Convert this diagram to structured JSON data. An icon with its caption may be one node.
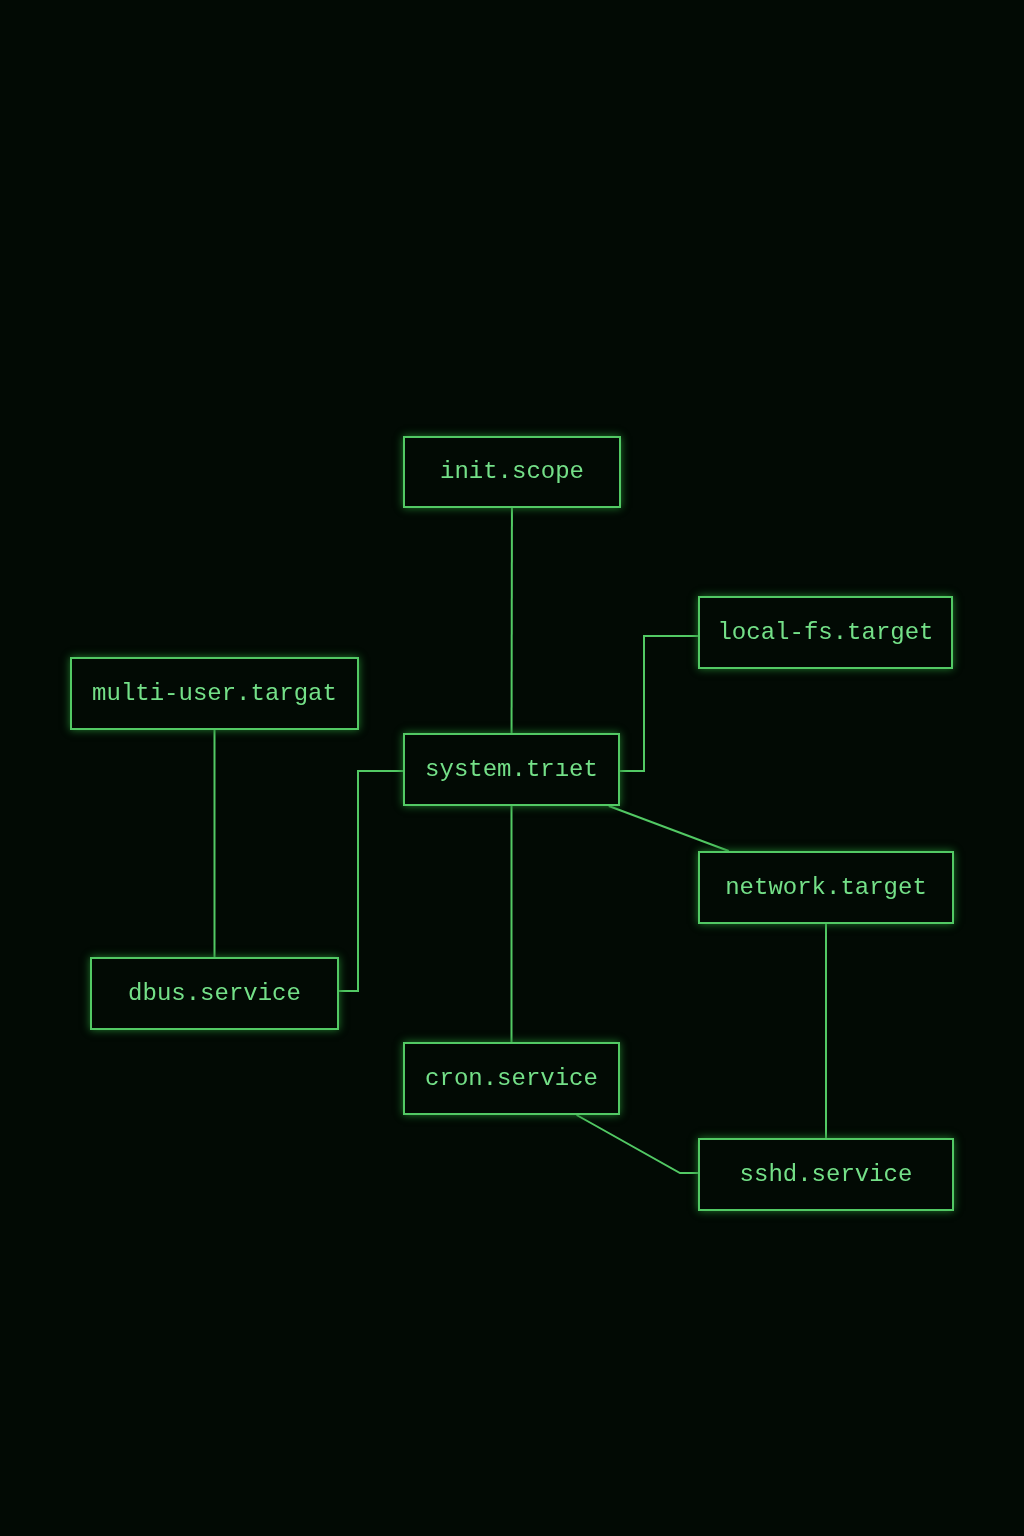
{
  "diagram": {
    "nodes": [
      {
        "text": [
          "init.scope"
        ]
      },
      {
        "text": [
          "local-fs.target"
        ]
      },
      {
        "text": [
          "multi-user.targat"
        ]
      },
      {
        "text": [
          "system.trıet"
        ]
      },
      {
        "text": [
          "network.target"
        ]
      },
      {
        "text": [
          "dbus.service"
        ]
      },
      {
        "text": [
          "cron.service"
        ]
      },
      {
        "text": [
          "sshd.service"
        ]
      }
    ],
    "edges": [
      {
        "from": 0,
        "to": 3,
        "arrow": "none"
      },
      {
        "from": 3,
        "to": 1,
        "arrow": "none"
      },
      {
        "from": 2,
        "to": 5,
        "arrow": "none"
      },
      {
        "from": 3,
        "to": 5,
        "arrow": "none"
      },
      {
        "from": 3,
        "to": 4,
        "arrow": "none"
      },
      {
        "from": 3,
        "to": 6,
        "arrow": "none"
      },
      {
        "from": 4,
        "to": 7,
        "arrow": "none"
      },
      {
        "from": 6,
        "to": 7,
        "arrow": "none"
      }
    ]
  }
}
